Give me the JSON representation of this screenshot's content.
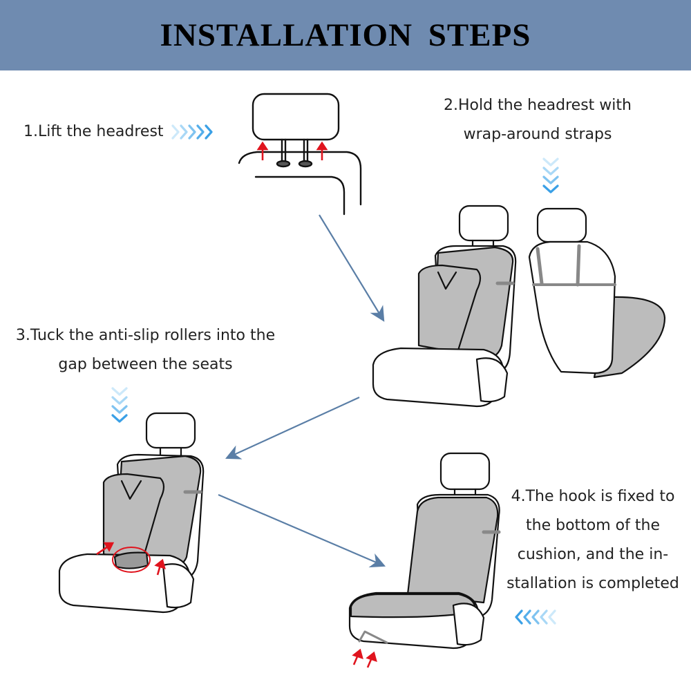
{
  "header": {
    "title": "INSTALLATION  STEPS"
  },
  "steps": [
    {
      "lines": [
        "1.Lift the headrest"
      ]
    },
    {
      "lines": [
        "2.Hold the headrest with",
        "wrap-around straps"
      ]
    },
    {
      "lines": [
        "3.Tuck the anti-slip rollers into the",
        "gap between the seats"
      ]
    },
    {
      "lines": [
        "4.The hook is fixed to",
        "the bottom of the",
        "cushion, and the in-",
        "stallation is completed"
      ]
    }
  ],
  "colors": {
    "banner": "#6f8bb0",
    "flow_arrow": "#5a7ea6",
    "chevron_light": "#b8e0f8",
    "chevron_dark": "#3aa0e6",
    "indicator_red": "#e0141e",
    "cover_gray": "#bcbcbc"
  },
  "icons": [
    "right-chevrons-icon",
    "down-chevrons-icon",
    "left-chevrons-icon",
    "flow-arrow-icon",
    "red-arrow-icon"
  ]
}
